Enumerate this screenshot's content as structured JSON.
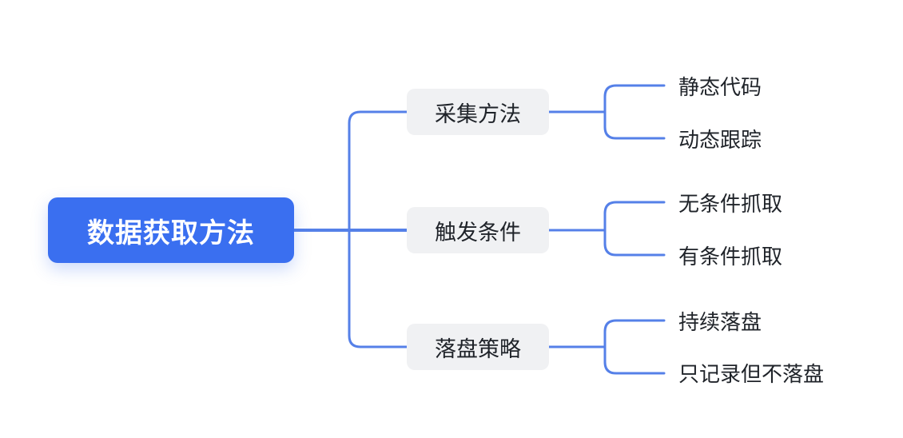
{
  "colors": {
    "canvas_bg": "#ffffff",
    "root_bg": "#3a6ff0",
    "root_text": "#ffffff",
    "branch_bg": "#f0f1f3",
    "text": "#1f2329",
    "connector": "#5580e8"
  },
  "mindmap": {
    "root": {
      "label": "数据获取方法"
    },
    "branches": [
      {
        "label": "采集方法",
        "children": [
          {
            "label": "静态代码"
          },
          {
            "label": "动态跟踪"
          }
        ]
      },
      {
        "label": "触发条件",
        "children": [
          {
            "label": "无条件抓取"
          },
          {
            "label": "有条件抓取"
          }
        ]
      },
      {
        "label": "落盘策略",
        "children": [
          {
            "label": "持续落盘"
          },
          {
            "label": "只记录但不落盘"
          }
        ]
      }
    ]
  }
}
